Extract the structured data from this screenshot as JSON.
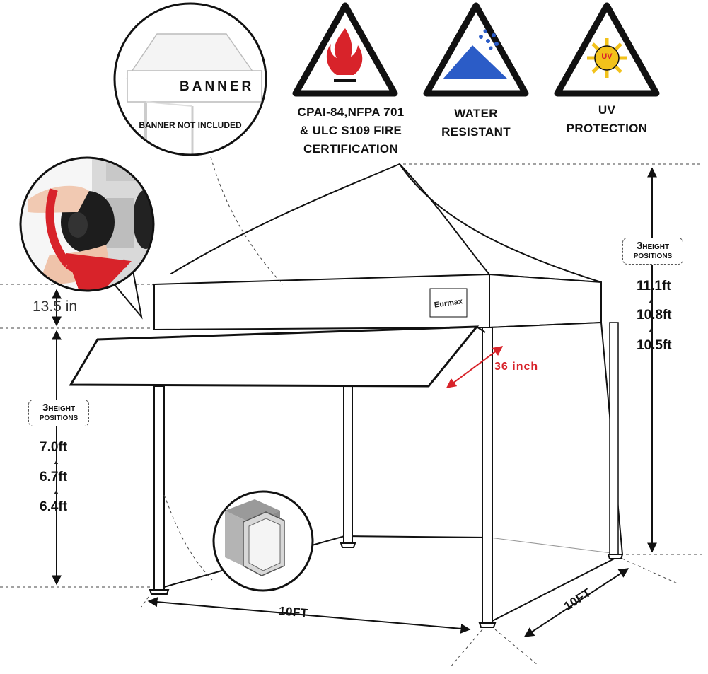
{
  "certifications": [
    {
      "id": "fire",
      "icon": "fire-icon",
      "label": "CPAI-84,NFPA 701\n& ULC S109 FIRE\nCERTIFICATION"
    },
    {
      "id": "water",
      "icon": "water-icon",
      "label": "WATER\nRESISTANT"
    },
    {
      "id": "uv",
      "icon": "uv-sun-icon",
      "label": "UV\nPROTECTION",
      "badge": "UV"
    }
  ],
  "banner": {
    "text": "BANNER",
    "note": "BANNER NOT INCLUDED"
  },
  "brand": {
    "logo": "Eurmax"
  },
  "peak_height": {
    "badge_number": "3",
    "badge_line1": "HEIGHT",
    "badge_line2": "POSITIONS",
    "values": [
      "11.1ft",
      "10.8ft",
      "10.5ft"
    ]
  },
  "leg_height": {
    "badge_number": "3",
    "badge_line1": "HEIGHT",
    "badge_line2": "POSITIONS",
    "values": [
      "7.0ft",
      "6.7ft",
      "6.4ft"
    ]
  },
  "valance": {
    "label": "13.5 in"
  },
  "awning": {
    "label": "36 inch"
  },
  "footprint": {
    "width": "10FT",
    "depth": "10FT"
  },
  "colors": {
    "accent_red": "#d8232a",
    "water_blue": "#2b5cc7",
    "uv_yellow": "#f2c21b",
    "outline": "#111111"
  }
}
